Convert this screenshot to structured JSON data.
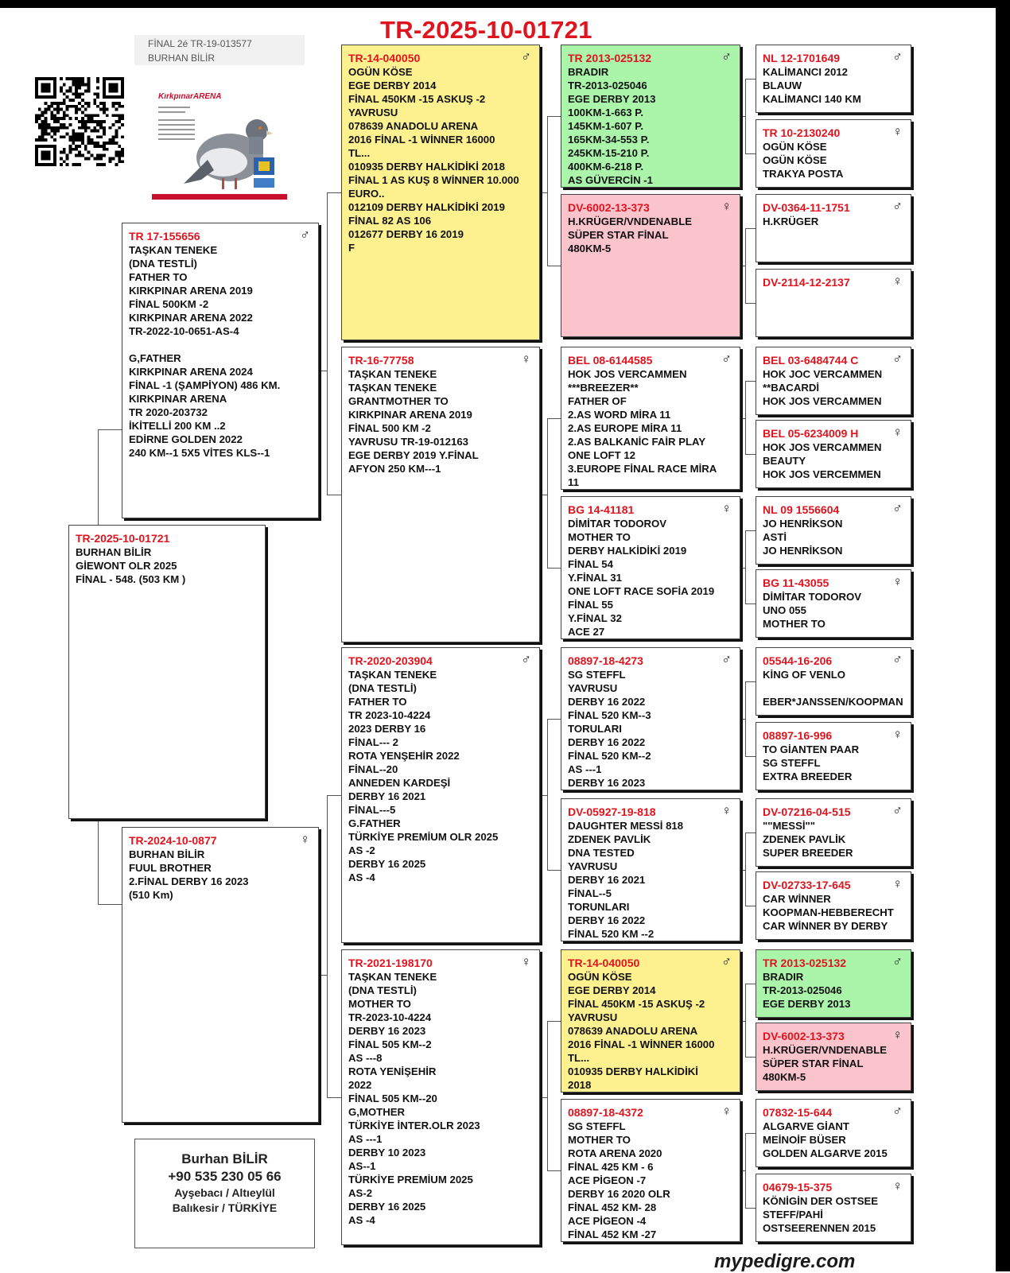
{
  "title": "TR-2025-10-01721",
  "photo_card": {
    "line1": "FİNAL 2é TR-19-013577",
    "line2": "BURHAN BİLİR",
    "brand": "KırkpınarARENA"
  },
  "contact": {
    "name": "Burhan BİLİR",
    "phone": "+90 535 230 05 66",
    "address1": "Ayşebacı / Altıeylül",
    "address2": "Balıkesir / TÜRKİYE"
  },
  "footer": "mypedigre.com",
  "birds": [
    {
      "id": "subject",
      "ring": "TR-2025-10-01721",
      "sex": "",
      "lines": [
        "BURHAN BİLİR",
        "GİEWONT OLR 2025",
        "FİNAL - 548. (503 KM )"
      ]
    },
    {
      "id": "sire",
      "ring": "TR 17-155656",
      "sex": "♂",
      "lines": [
        "TAŞKAN TENEKE",
        "(DNA TESTLİ)",
        "FATHER TO",
        "KIRKPINAR ARENA 2019",
        "FİNAL 500KM -2",
        "KIRKPINAR ARENA 2022",
        "TR-2022-10-0651-AS-4",
        "",
        "G,FATHER",
        "KIRKPINAR ARENA 2024",
        "FİNAL -1 (ŞAMPİYON) 486 KM.",
        "KIRKPINAR ARENA",
        "TR 2020-203732",
        "İKİTELLİ 200 KM ..2",
        "EDİRNE GOLDEN 2022",
        "240 KM--1 5X5 VİTES KLS--1"
      ]
    },
    {
      "id": "dam",
      "ring": "TR-2024-10-0877",
      "sex": "♀",
      "lines": [
        "BURHAN BİLİR",
        "FUUL BROTHER",
        "2.FİNAL DERBY 16 2023",
        "(510 Km)"
      ]
    },
    {
      "id": "ss",
      "ring": "TR-14-040050",
      "sex": "♂",
      "lines": [
        "OGÜN KÖSE",
        "EGE DERBY 2014",
        "FİNAL 450KM -15 ASKUŞ -2",
        "YAVRUSU",
        "078639 ANADOLU ARENA",
        "2016 FİNAL -1 WİNNER 16000",
        "TL...",
        "010935 DERBY HALKİDİKİ 2018",
        "FİNAL 1 AS KUŞ 8 WİNNER 10.000",
        "EURO..",
        "012109 DERBY HALKİDİKİ 2019",
        "FİNAL 82 AS 106",
        "012677 DERBY 16 2019",
        "F"
      ]
    },
    {
      "id": "sd",
      "ring": "TR-16-77758",
      "sex": "♀",
      "lines": [
        "TAŞKAN TENEKE",
        "TAŞKAN TENEKE",
        "GRANTMOTHER TO",
        "KIRKPINAR ARENA 2019",
        "FİNAL 500 KM -2",
        "YAVRUSU TR-19-012163",
        "EGE DERBY 2019 Y.FİNAL",
        "AFYON 250 KM---1"
      ]
    },
    {
      "id": "ds",
      "ring": "TR-2020-203904",
      "sex": "♂",
      "lines": [
        "TAŞKAN TENEKE",
        "(DNA TESTLİ)",
        "FATHER TO",
        "TR 2023-10-4224",
        "2023 DERBY 16",
        "FİNAL--- 2",
        "ROTA YENŞEHİR 2022",
        "FİNAL--20",
        "ANNEDEN KARDEŞİ",
        "DERBY 16 2021",
        "FİNAL---5",
        "G.FATHER",
        "TÜRKİYE PREMİUM OLR 2025",
        "AS -2",
        "DERBY 16 2025",
        "AS -4"
      ]
    },
    {
      "id": "dd",
      "ring": "TR-2021-198170",
      "sex": "♀",
      "lines": [
        "TAŞKAN TENEKE",
        "(DNA TESTLİ)",
        "MOTHER TO",
        "TR-2023-10-4224",
        "DERBY 16 2023",
        "FİNAL 505 KM--2",
        "AS ---8",
        "ROTA YENİŞEHİR",
        "2022",
        "FİNAL 505 KM--20",
        "G,MOTHER",
        "TÜRKİYE İNTER.OLR 2023",
        "AS ---1",
        "DERBY 10 2023",
        "AS--1",
        "TÜRKİYE PREMİUM 2025",
        "AS-2",
        "DERBY 16 2025",
        "AS -4"
      ]
    },
    {
      "id": "sss",
      "ring": "TR 2013-025132",
      "sex": "♂",
      "lines": [
        "BRADIR",
        "TR-2013-025046",
        "EGE DERBY 2013",
        "100KM-1-663 P.",
        "145KM-1-607 P.",
        "165KM-34-553 P.",
        "245KM-15-210 P.",
        "400KM-6-218 P.",
        "AS GÜVERCİN -1"
      ]
    },
    {
      "id": "ssd",
      "ring": "DV-6002-13-373",
      "sex": "♀",
      "lines": [
        "H.KRÜGER/VNDENABLE",
        "SÜPER STAR FİNAL",
        "480KM-5"
      ]
    },
    {
      "id": "sds",
      "ring": "BEL 08-6144585",
      "sex": "♂",
      "lines": [
        "HOK JOS VERCAMMEN",
        "***BREEZER**",
        "FATHER OF",
        "2.AS WORD MİRA 11",
        "2.AS EUROPE MİRA 11",
        "2.AS BALKANİC FAİR PLAY",
        "ONE LOFT 12",
        "3.EUROPE FİNAL RACE MİRA",
        "11"
      ]
    },
    {
      "id": "sdd",
      "ring": "BG 14-41181",
      "sex": "♀",
      "lines": [
        "DİMİTAR TODOROV",
        "MOTHER TO",
        "DERBY HALKİDİKİ 2019",
        "FİNAL 54",
        "Y.FİNAL 31",
        "ONE LOFT RACE SOFİA 2019",
        "FİNAL 55",
        "Y.FİNAL 32",
        "ACE 27"
      ]
    },
    {
      "id": "dss",
      "ring": "08897-18-4273",
      "sex": "♂",
      "lines": [
        "SG STEFFL",
        "YAVRUSU",
        "DERBY 16 2022",
        "FİNAL 520 KM--3",
        "TORULARI",
        "DERBY 16 2022",
        "FİNAL 520 KM--2",
        "AS ---1",
        "DERBY 16 2023"
      ]
    },
    {
      "id": "dsd",
      "ring": "DV-05927-19-818",
      "sex": "♀",
      "lines": [
        "DAUGHTER MESSİ 818",
        "ZDENEK PAVLİK",
        "DNA TESTED",
        "YAVRUSU",
        "DERBY 16 2021",
        "FİNAL--5",
        "TORUNLARI",
        "DERBY 16 2022",
        "FİNAL 520 KM --2"
      ]
    },
    {
      "id": "dds",
      "ring": "TR-14-040050",
      "sex": "♂",
      "lines": [
        "OGÜN KÖSE",
        "EGE DERBY 2014",
        "FİNAL 450KM -15 ASKUŞ -2",
        "YAVRUSU",
        "078639 ANADOLU ARENA",
        "2016 FİNAL -1 WİNNER 16000",
        "TL...",
        "010935 DERBY HALKİDİKİ",
        "2018"
      ]
    },
    {
      "id": "ddd",
      "ring": "08897-18-4372",
      "sex": "♀",
      "lines": [
        "SG STEFFL",
        "MOTHER TO",
        "ROTA ARENA 2020",
        "FİNAL 425 KM - 6",
        "ACE PİGEON -7",
        "DERBY 16 2020 OLR",
        "FİNAL 452 KM- 28",
        "ACE PİGEON -4",
        "FİNAL 452 KM -27"
      ]
    },
    {
      "id": "ssss",
      "ring": "NL 12-1701649",
      "sex": "♂",
      "lines": [
        "KALİMANCI 2012",
        "BLAUW",
        "KALİMANCI 140 KM"
      ]
    },
    {
      "id": "sssd",
      "ring": "TR 10-2130240",
      "sex": "♀",
      "lines": [
        "OGÜN KÖSE",
        "OGÜN KÖSE",
        "TRAKYA POSTA"
      ]
    },
    {
      "id": "ssds",
      "ring": "DV-0364-11-1751",
      "sex": "♂",
      "lines": [
        "H.KRÜGER"
      ]
    },
    {
      "id": "ssdd",
      "ring": "DV-2114-12-2137",
      "sex": "♀",
      "lines": []
    },
    {
      "id": "sdss",
      "ring": "BEL 03-6484744 C",
      "sex": "♂",
      "lines": [
        "HOK JOC VERCAMMEN",
        "**BACARDİ",
        "HOK JOS VERCAMMEN"
      ]
    },
    {
      "id": "sdsd",
      "ring": "BEL 05-6234009 H",
      "sex": "♀",
      "lines": [
        "HOK JOS VERCAMMEN",
        "BEAUTY",
        "HOK JOS VERCEMMEN"
      ]
    },
    {
      "id": "sdds",
      "ring": "NL 09 1556604",
      "sex": "♂",
      "lines": [
        "JO HENRİKSON",
        "ASTİ",
        "JO HENRİKSON"
      ]
    },
    {
      "id": "sddd",
      "ring": "BG 11-43055",
      "sex": "♀",
      "lines": [
        "DİMİTAR TODOROV",
        "UNO 055",
        "MOTHER TO"
      ]
    },
    {
      "id": "dsss",
      "ring": "05544-16-206",
      "sex": "♂",
      "lines": [
        "KİNG OF VENLO",
        "",
        "EBER*JANSSEN/KOOPMAN"
      ]
    },
    {
      "id": "dssd",
      "ring": "08897-16-996",
      "sex": "♀",
      "lines": [
        "TO GİANTEN PAAR",
        "SG STEFFL",
        "EXTRA BREEDER"
      ]
    },
    {
      "id": "dsds",
      "ring": "DV-07216-04-515",
      "sex": "♂",
      "lines": [
        "\"\"MESSİ\"\"",
        "ZDENEK PAVLİK",
        "SUPER BREEDER"
      ]
    },
    {
      "id": "dsdd",
      "ring": "DV-02733-17-645",
      "sex": "♀",
      "lines": [
        "CAR WİNNER",
        "KOOPMAN-HEBBERECHT",
        "CAR WİNNER BY DERBY"
      ]
    },
    {
      "id": "ddss",
      "ring": "TR 2013-025132",
      "sex": "♂",
      "lines": [
        "BRADIR",
        "TR-2013-025046",
        "EGE DERBY 2013"
      ]
    },
    {
      "id": "ddsd",
      "ring": "DV-6002-13-373",
      "sex": "♀",
      "lines": [
        "H.KRÜGER/VNDENABLE",
        "SÜPER STAR FİNAL",
        "480KM-5"
      ]
    },
    {
      "id": "ddds",
      "ring": "07832-15-644",
      "sex": "♂",
      "lines": [
        "ALGARVE GİANT",
        "MEİNOİF BÜSER",
        "GOLDEN ALGARVE 2015"
      ]
    },
    {
      "id": "dddd",
      "ring": "04679-15-375",
      "sex": "♀",
      "lines": [
        "KÖNİGİN DER OSTSEE",
        "STEFF/PAHİ",
        "OSTSEERENNEN 2015"
      ]
    }
  ]
}
